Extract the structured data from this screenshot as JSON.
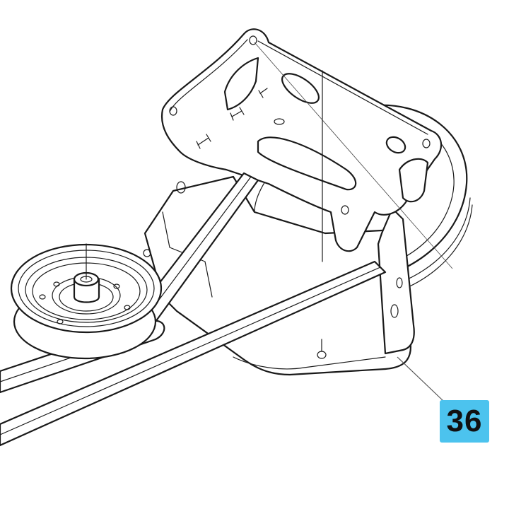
{
  "diagram": {
    "type": "parts-diagram",
    "style": "black line art on white",
    "components": [
      "idler-bracket",
      "idler-pulley-front",
      "idler-pulley-rear",
      "drive-belt",
      "mounting-plate",
      "callout-leader-line"
    ]
  },
  "callout": {
    "label": "36",
    "background_color": "#4cc3ee",
    "text_color": "#111111"
  }
}
